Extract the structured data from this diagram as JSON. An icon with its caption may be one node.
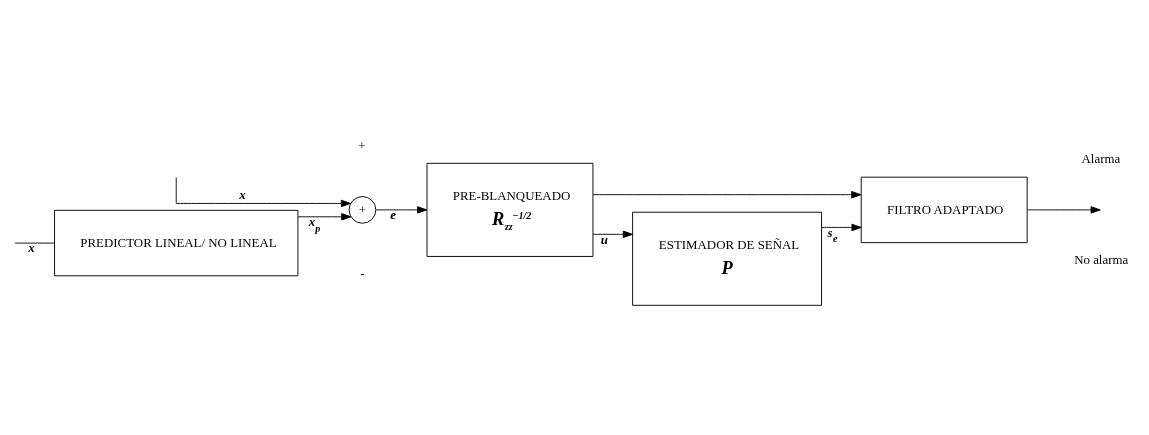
{
  "diagram": {
    "nodes": [
      {
        "text": [
          "PREDICTOR LINEAL/ NO LINEAL"
        ]
      },
      {
        "text": [
          "+"
        ]
      },
      {
        "text": [
          "PRE-BLANQUEADO",
          "R$_{zz}$$^{−1/2}$"
        ]
      },
      {
        "text": [
          "FILTRO ADAPTADO"
        ]
      },
      {
        "text": [
          "ESTIMADOR DE SEÑAL",
          "P"
        ]
      }
    ],
    "edges": [
      {
        "from": null,
        "to": 0,
        "arrow": "none",
        "label": "x"
      },
      {
        "from": 0,
        "to": 1,
        "arrow": "to",
        "label": "x$_{p}$"
      },
      {
        "from": null,
        "to": 1,
        "arrow": "to",
        "label": "x"
      },
      {
        "from": 1,
        "to": 2,
        "arrow": "to",
        "label": "e"
      },
      {
        "from": 2,
        "to": 3,
        "arrow": "to"
      },
      {
        "from": 2,
        "to": 4,
        "arrow": "to",
        "label": "u"
      },
      {
        "from": 4,
        "to": 3,
        "arrow": "to",
        "label": "s$_{e}$"
      },
      {
        "from": 3,
        "to": null,
        "arrow": "to"
      }
    ],
    "labels": [
      "+",
      "-",
      "Alarma",
      "No alarma"
    ]
  }
}
